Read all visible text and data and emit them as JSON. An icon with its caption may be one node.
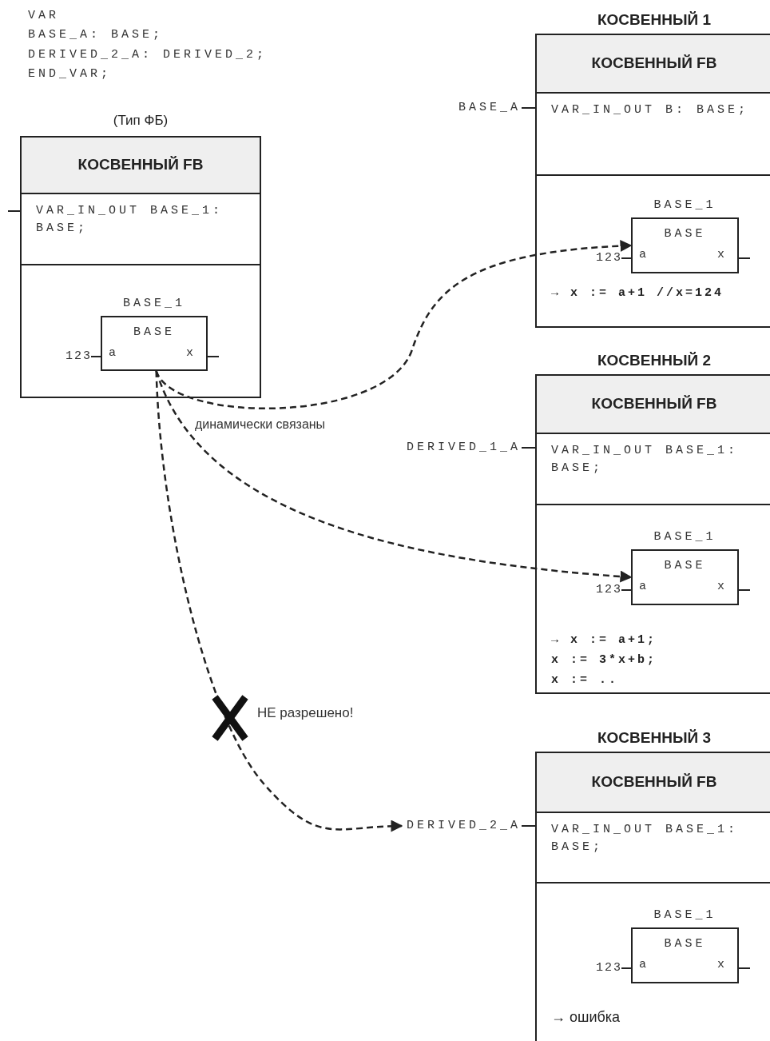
{
  "diagram": {
    "nodes": [
      {
        "text": [
          "(Тип ФБ)",
          "КОСВЕННЫЙ FB",
          "VAR_IN_OUT BASE_1: BASE;"
        ]
      },
      {
        "text": [
          "BASE_1",
          "BASE",
          "a",
          "x"
        ],
        "in": 0,
        "beside": [
          "123"
        ]
      },
      {
        "text": [
          "BASE_A"
        ]
      },
      {
        "text": [
          "КОСВЕННЫЙ 1",
          "КОСВЕННЫЙ FB",
          "VAR_IN_OUT B: BASE;",
          "→ x := a+1 //x=124"
        ]
      },
      {
        "text": [
          "BASE_1",
          "BASE",
          "a",
          "x"
        ],
        "in": 3,
        "beside": [
          "123"
        ]
      },
      {
        "text": [
          "DERIVED_1_A"
        ]
      },
      {
        "text": [
          "КОСВЕННЫЙ 2",
          "КОСВЕННЫЙ FB",
          "VAR_IN_OUT BASE_1: BASE;",
          "→ x := a+1;",
          "x := 3*x+b;",
          "x := .."
        ]
      },
      {
        "text": [
          "BASE_1",
          "BASE",
          "a",
          "x"
        ],
        "in": 6,
        "beside": [
          "123"
        ]
      },
      {
        "text": [
          "DERIVED_2_A"
        ]
      },
      {
        "text": [
          "КОСВЕННЫЙ 3",
          "КОСВЕННЫЙ FB",
          "VAR_IN_OUT BASE_1: BASE;",
          "→ ошибка"
        ]
      },
      {
        "text": [
          "BASE_1",
          "BASE",
          "a",
          "x"
        ],
        "in": 9,
        "beside": [
          "123"
        ]
      }
    ],
    "edges": [
      {
        "from": 1,
        "to": 4,
        "arrow": "to",
        "style": "dashed"
      },
      {
        "from": 1,
        "to": 7,
        "arrow": "to",
        "style": "dashed"
      },
      {
        "from": 1,
        "to": 8,
        "arrow": "to",
        "style": "dashed",
        "label": "НЕ разрешено!"
      },
      {
        "from": 2,
        "to": 3,
        "arrow": "none"
      },
      {
        "from": 5,
        "to": 6,
        "arrow": "none"
      },
      {
        "from": 8,
        "to": 9,
        "arrow": "none"
      }
    ],
    "labels": [
      "VAR",
      "BASE_A: BASE;",
      "DERIVED_2_A: DERIVED_2;",
      "END_VAR;",
      "динамически связаны"
    ]
  }
}
